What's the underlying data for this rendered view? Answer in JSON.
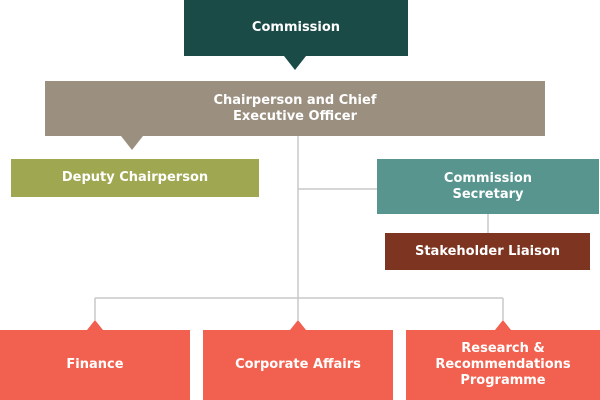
{
  "nodes": {
    "commission": {
      "lines": [
        "Commission"
      ]
    },
    "chairperson_ceo": {
      "lines": [
        "Chairperson and Chief",
        "Executive Officer"
      ]
    },
    "deputy_chairperson": {
      "lines": [
        "Deputy Chairperson"
      ]
    },
    "commission_secretary": {
      "lines": [
        "Commission",
        "Secretary"
      ]
    },
    "stakeholder_liaison": {
      "lines": [
        "Stakeholder Liaison"
      ]
    },
    "finance": {
      "lines": [
        "Finance"
      ]
    },
    "corporate_affairs": {
      "lines": [
        "Corporate Affairs"
      ]
    },
    "research_programme": {
      "lines": [
        "Research &",
        "Recommendations",
        "Programme"
      ]
    }
  },
  "colors": {
    "commission": "#1b4b47",
    "chairperson_ceo": "#9b9080",
    "deputy_chairperson": "#9fa850",
    "commission_secretary": "#57958e",
    "stakeholder_liaison": "#7d3420",
    "divisions": "#f2614f",
    "connector": "#c8c8c8"
  }
}
